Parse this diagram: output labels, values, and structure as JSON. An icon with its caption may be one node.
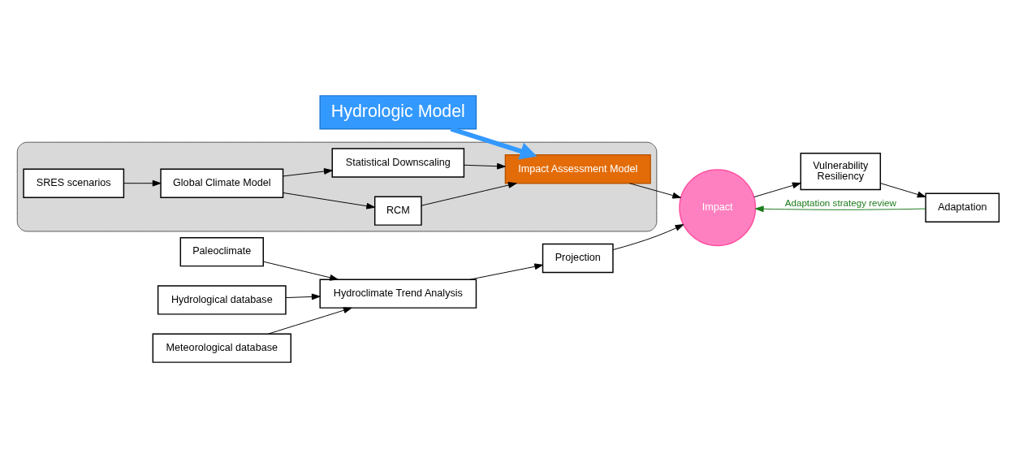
{
  "diagram": {
    "nodes": [
      {
        "text": [
          "Paleoclimate"
        ]
      },
      {
        "text": [
          "Meteorological database"
        ]
      },
      {
        "text": [
          "Hydrological database"
        ]
      },
      {
        "text": [
          "Hydroclimate Trend Analysis"
        ]
      },
      {
        "text": [
          "Projection"
        ]
      },
      {
        "text": [
          "Impact"
        ]
      },
      {
        "text": [
          "Vulnerability",
          "Resiliency"
        ]
      },
      {
        "text": [
          "Adaptation"
        ]
      },
      {
        "text": [],
        "shape": "box"
      },
      {
        "text": [
          "SRES scenarios"
        ],
        "in": 8
      },
      {
        "text": [
          "Global Climate Model"
        ],
        "in": 8
      },
      {
        "text": [
          "RCM"
        ],
        "in": 8
      },
      {
        "text": [
          "Statistical Downscaling"
        ],
        "in": 8
      },
      {
        "text": [
          "Impact Assessment Model"
        ],
        "in": 8
      },
      {
        "text": [
          "Hydrologic Model"
        ]
      }
    ],
    "edges": [
      {
        "from": 0,
        "to": 3,
        "arrow": "to"
      },
      {
        "from": 1,
        "to": 3,
        "arrow": "to"
      },
      {
        "from": 2,
        "to": 3,
        "arrow": "to"
      },
      {
        "from": 3,
        "to": 4,
        "arrow": "to"
      },
      {
        "from": 4,
        "to": 5,
        "arrow": "to"
      },
      {
        "from": 5,
        "to": 6,
        "arrow": "to"
      },
      {
        "from": 6,
        "to": 7,
        "arrow": "to"
      },
      {
        "from": 7,
        "to": 5,
        "arrow": "to",
        "label": "Adaptation strategy review",
        "color": "#1a7a1a"
      },
      {
        "from": 9,
        "to": 10,
        "arrow": "to"
      },
      {
        "from": 10,
        "to": 11,
        "arrow": "to"
      },
      {
        "from": 10,
        "to": 12,
        "arrow": "to"
      },
      {
        "from": 11,
        "to": 13,
        "arrow": "to"
      },
      {
        "from": 12,
        "to": 13,
        "arrow": "to"
      },
      {
        "from": 13,
        "to": 5,
        "arrow": "to"
      },
      {
        "from": 14,
        "to": 13,
        "arrow": "to",
        "style": "thick",
        "color": "#3399ff"
      }
    ]
  }
}
